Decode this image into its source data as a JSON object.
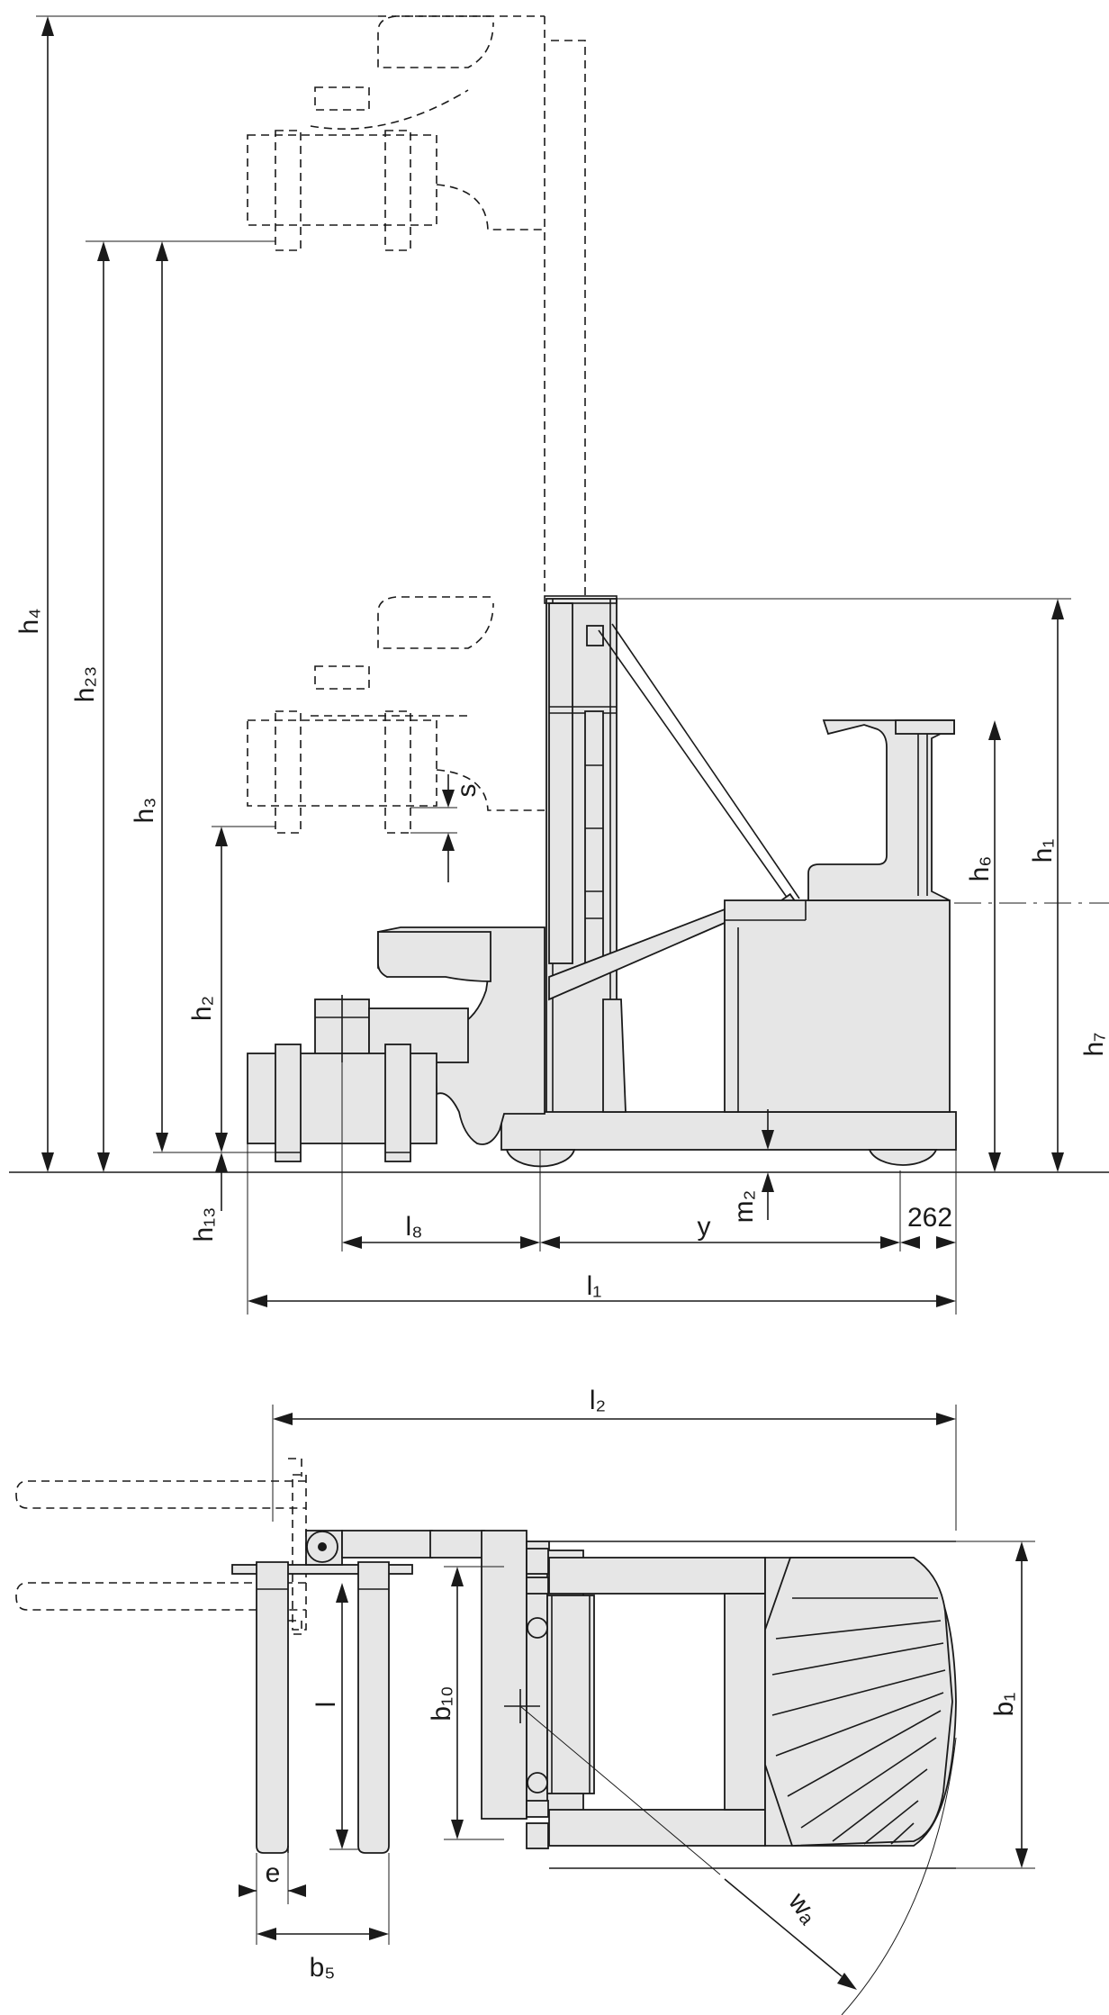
{
  "labels": {
    "h4": "h₄",
    "h23": "h₂₃",
    "h3": "h₃",
    "h2": "h₂",
    "h13": "h₁₃",
    "h1": "h₁",
    "h6": "h₆",
    "h7": "h₇",
    "s": "s",
    "m2": "m₂",
    "l8": "l₈",
    "y": "y",
    "dim262": "262",
    "l1": "l₁",
    "l2": "l₂",
    "l": "l",
    "b10": "b₁₀",
    "b1": "b₁",
    "e": "e",
    "b5": "b₅",
    "wa": "wₐ"
  }
}
